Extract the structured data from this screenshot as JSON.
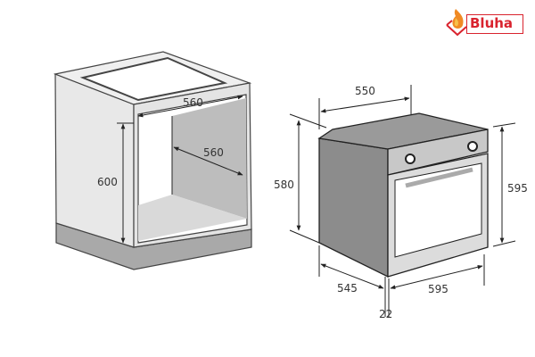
{
  "brand": {
    "name": "Bluha",
    "color": "#d9232e"
  },
  "cabinet": {
    "dimensions": {
      "width": "560",
      "depth": "560",
      "height": "600"
    }
  },
  "oven": {
    "dimensions": {
      "depth_top": "550",
      "height_side": "580",
      "height_front": "595",
      "depth_bottom": "545",
      "width": "595",
      "door_thickness": "22"
    }
  }
}
